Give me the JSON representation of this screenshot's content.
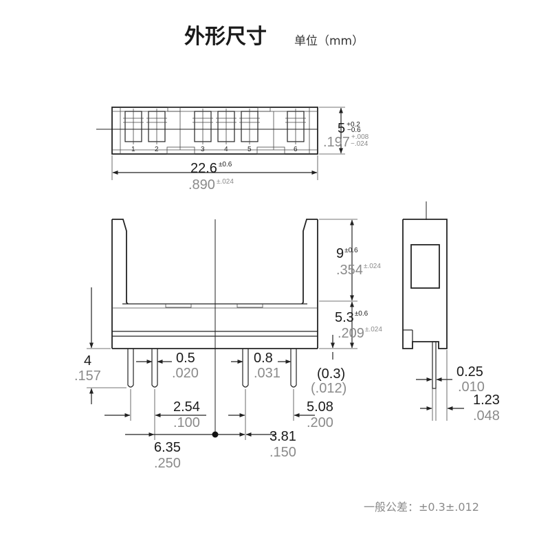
{
  "header": {
    "title": "外形尺寸",
    "unit": "单位（mm）"
  },
  "top_view": {
    "pins": [
      "1",
      "2",
      "3",
      "4",
      "5",
      "6"
    ],
    "height_mm": {
      "base": "5",
      "plus": "+0.2",
      "minus": "−0.6"
    },
    "height_in": {
      "base": ".197",
      "plus": "+.008",
      "minus": "−.024"
    },
    "width_mm": {
      "base": "22.6",
      "tol": "±0.6"
    },
    "width_in": {
      "base": ".890",
      "tol": "±.024"
    }
  },
  "front_view": {
    "h9_mm": {
      "base": "9",
      "tol": "±0.6"
    },
    "h9_in": {
      "base": ".354",
      "tol": "±.024"
    },
    "h53_mm": {
      "base": "5.3",
      "tol": "±0.6"
    },
    "h53_in": {
      "base": ".209",
      "tol": "±.024"
    },
    "h4_mm": "4",
    "h4_in": ".157",
    "w05_mm": "0.5",
    "w05_in": ".020",
    "w08_mm": "0.8",
    "w08_in": ".031",
    "p03_mm": "(0.3)",
    "p03_in": "(.012)",
    "p254_mm": "2.54",
    "p254_in": ".100",
    "p508_mm": "5.08",
    "p508_in": ".200",
    "p635_mm": "6.35",
    "p635_in": ".250",
    "p381_mm": "3.81",
    "p381_in": ".150"
  },
  "side_view": {
    "t025_mm": "0.25",
    "t025_in": ".010",
    "t123_mm": "1.23",
    "t123_in": ".048"
  },
  "footer": {
    "tolerance": "一般公差：±0.3±.012"
  }
}
